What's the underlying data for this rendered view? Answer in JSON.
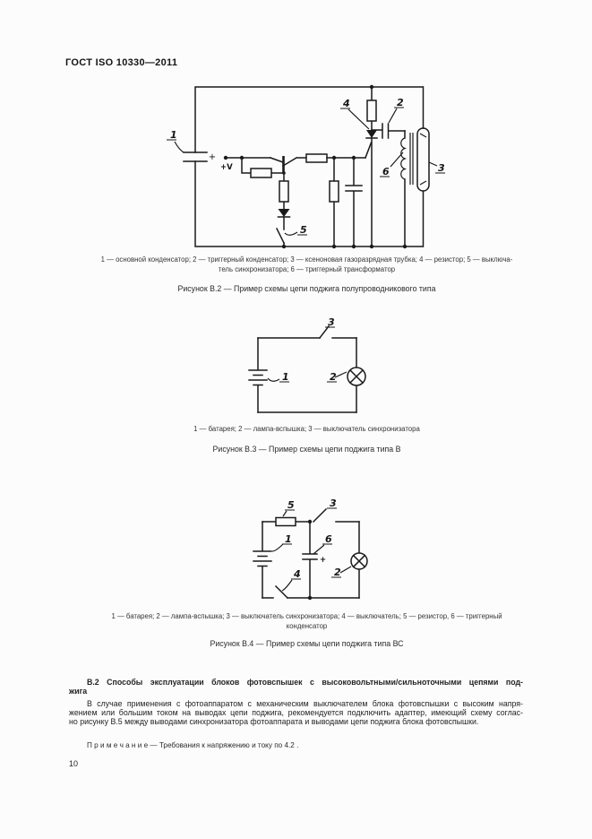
{
  "header": {
    "standard": "ГОСТ  ISO 10330—2011"
  },
  "page_number": "10",
  "figure_b2": {
    "labels": {
      "l1": "1",
      "l2": "2",
      "l3": "3",
      "l4": "4",
      "l5": "5",
      "l6": "6",
      "plus": "+",
      "plus_v": "+V"
    },
    "legend_line1": "1 — основной конденсатор; 2 — триггерный конденсатор; 3 — ксеноновая газоразрядная трубка; 4 — резистор; 5 — выключа-",
    "legend_line2": "тель синхронизатора; 6 — триггерный трансформатор",
    "caption": "Рисунок  В.2 — Пример схемы цепи поджига полупроводникового типа"
  },
  "figure_b3": {
    "labels": {
      "l1": "1",
      "l2": "2",
      "l3": "3"
    },
    "legend": "1 — батарея; 2 — лампа-вспышка; 3 — выключатель синхронизатора",
    "caption": "Рисунок  В.3 — Пример схемы цепи поджига типа В"
  },
  "figure_b4": {
    "labels": {
      "l1": "1",
      "l2": "2",
      "l3": "3",
      "l4": "4",
      "l5": "5",
      "l6": "6",
      "plus": "+"
    },
    "legend_line1": "1 — батарея; 2 — лампа-вспышка; 3 — выключатель синхронизатора; 4 — выключатель; 5 — резистор, 6 — триггерный",
    "legend_line2": "конденсатор",
    "caption": "Рисунок  В.4 — Пример схемы цепи поджига типа ВС"
  },
  "section_b2": {
    "heading_line1": "В.2  Способы эксплуатации блоков фотовспышек с высоковольтными/сильноточными цепями под-",
    "heading_line2": "жига",
    "para_line1": "В случае применения с фотоаппаратом с механическим выключателем блока фотовспышки с высоким напря-",
    "para_line2": "жением или большим током на выводах цепи поджига, рекомендуется подключить адаптер, имеющий схему соглас-",
    "para_line3": "но рисунку В.5 между выводами синхронизатора фотоаппарата и выводами цепи поджига блока фотовспышки.",
    "note": "П р и м е ч а н и е — Требования к напряжению и току по 4.2 ."
  }
}
